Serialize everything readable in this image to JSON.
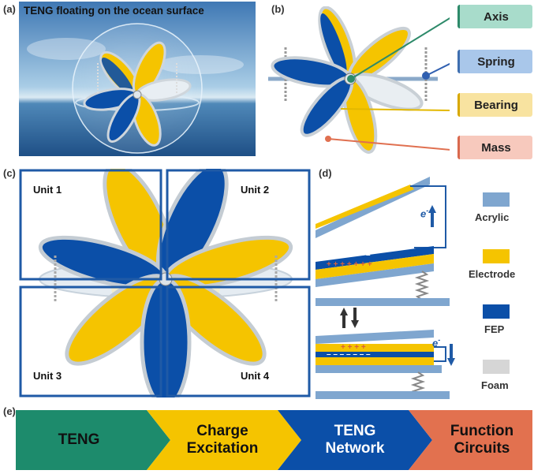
{
  "panels": {
    "a": {
      "label": "(a)",
      "photo_title": "TENG floating on the ocean surface"
    },
    "b": {
      "label": "(b)",
      "callouts": [
        {
          "text": "Axis",
          "fill": "#a8dccb",
          "edge": "#2e8a6a",
          "line": "#2e8a6a"
        },
        {
          "text": "Spring",
          "fill": "#a9c7ea",
          "edge": "#3f6fb0",
          "line": "#2f5fb0"
        },
        {
          "text": "Bearing",
          "fill": "#f8e3a0",
          "edge": "#d8a800",
          "line": "#e3b800"
        },
        {
          "text": "Mass",
          "fill": "#f7c9bd",
          "edge": "#d9694e",
          "line": "#e07050"
        }
      ]
    },
    "c": {
      "label": "(c)",
      "units": [
        "Unit 1",
        "Unit 2",
        "Unit 3",
        "Unit 4"
      ]
    },
    "d": {
      "label": "(d)",
      "electron": "e",
      "electron_sup": "-",
      "charges_plus_top": "+ + + + + + +",
      "charges_minus_top": "– – – – – – –",
      "charges_plus_bottom": "+ + + +",
      "charges_minus_bottom": "– – – – – – –",
      "legend": [
        {
          "text": "Acrylic",
          "color": "#7fa6cf"
        },
        {
          "text": "Electrode",
          "color": "#f5c400"
        },
        {
          "text": "FEP",
          "color": "#0b4fa8"
        },
        {
          "text": "Foam",
          "color": "#d6d6d6"
        }
      ]
    },
    "e": {
      "label": "(e)",
      "flow": [
        {
          "line1": "TENG",
          "line2": "",
          "color": "#1d8b6c",
          "text_color": "#111111"
        },
        {
          "line1": "Charge",
          "line2": "Excitation",
          "color": "#f5c400",
          "text_color": "#111111"
        },
        {
          "line1": "TENG",
          "line2": "Network",
          "color": "#0b4fa8",
          "text_color": "#ffffff"
        },
        {
          "line1": "Function",
          "line2": "Circuits",
          "color": "#e2714f",
          "text_color": "#111111"
        }
      ]
    }
  },
  "colors": {
    "frame_blue": "#1f5aa6",
    "acrylic": "#7fa6cf",
    "electrode": "#f5c400",
    "fep": "#0b4fa8",
    "foam": "#d6d6d6"
  }
}
